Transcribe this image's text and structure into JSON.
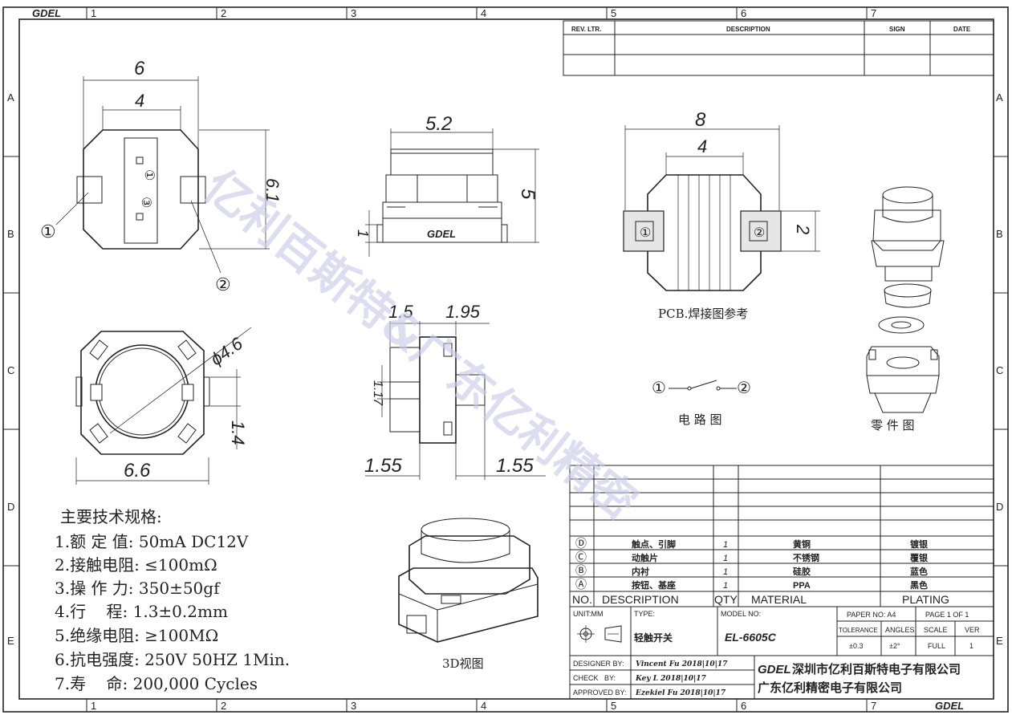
{
  "frame": {
    "brand": "GDEL",
    "columns": [
      "1",
      "2",
      "3",
      "4",
      "5",
      "6",
      "7"
    ],
    "rows": [
      "A",
      "B",
      "C",
      "D",
      "E"
    ]
  },
  "revision_table": {
    "headers": [
      "REV. LTR.",
      "DESCRIPTION",
      "SIGN",
      "DATE"
    ]
  },
  "watermark": "亿利百斯特&广东亿利精密",
  "dimensions": {
    "top_width": "6",
    "top_inner": "4",
    "top_height": "6.1",
    "front_width": "5.2",
    "front_height": "5",
    "front_base": "1",
    "pcb_width": "8",
    "pcb_inner": "4",
    "pcb_pad": "2",
    "diameter": "ϕ4.6",
    "bottom_width": "6.6",
    "bottom_side": "1.4",
    "side_a": "1.5",
    "side_b": "1.95",
    "side_c": "1.17",
    "side_d": "1.55",
    "side_e": "1.55"
  },
  "markers": {
    "m1": "①",
    "m2": "②",
    "m3": "③"
  },
  "labels": {
    "pcb_ref": "PCB.焊接图参考",
    "circuit": "电 路 图",
    "parts": "零 件 图",
    "view3d": "3D视图",
    "product_brand": "GDEL"
  },
  "specs": {
    "title": "主要技术规格:",
    "items": [
      "1.额 定 值: 50mA DC12V",
      "2.接触电阻: ≤100mΩ",
      "3.操 作 力: 350±50gf",
      "4.行    程: 1.3±0.2mm",
      "5.绝缘电阻: ≥100MΩ",
      "6.抗电强度: 250V 50HZ 1Min.",
      "7.寿    命: 200,000 Cycles"
    ]
  },
  "bom": {
    "headers": {
      "no": "NO.",
      "description": "DESCRIPTION",
      "qty": "QTY",
      "material": "MATERIAL",
      "plating": "PLATING"
    },
    "rows": [
      {
        "no": "Ⓓ",
        "description": "触点、引脚",
        "qty": "1",
        "material": "黄铜",
        "plating": "镀银"
      },
      {
        "no": "Ⓒ",
        "description": "动触片",
        "qty": "1",
        "material": "不锈钢",
        "plating": "覆银"
      },
      {
        "no": "Ⓑ",
        "description": "内衬",
        "qty": "1",
        "material": "硅胶",
        "plating": "蓝色"
      },
      {
        "no": "Ⓐ",
        "description": "按钮、基座",
        "qty": "1",
        "material": "PPA",
        "plating": "黑色"
      }
    ]
  },
  "title_block": {
    "unit": "UNIT:MM",
    "type_label": "TYPE:",
    "type_value": "轻触开关",
    "model_label": "MODEL NO:",
    "model_value": "EL-6605C",
    "paper": "PAPER NO: A4",
    "page": "PAGE 1 OF 1",
    "tolerance_h": "TOLERANCE",
    "angles_h": "ANGLES",
    "scale_h": "SCALE",
    "ver_h": "VER",
    "tolerance": "±0.3",
    "angles": "±2°",
    "scale": "FULL",
    "ver": "1",
    "designer_label": "DESIGNER BY:",
    "designer": "Vincent Fu 2018|10|17",
    "check_label": "CHECK   BY:",
    "check": "Key L 2018|10|17",
    "approved_label": "APPROVED BY:",
    "approved": "Ezekiel Fu 2018|10|17",
    "company_brand": "GDEL",
    "company1": "深圳市亿利百斯特电子有限公司",
    "company2": "广东亿利精密电子有限公司"
  }
}
